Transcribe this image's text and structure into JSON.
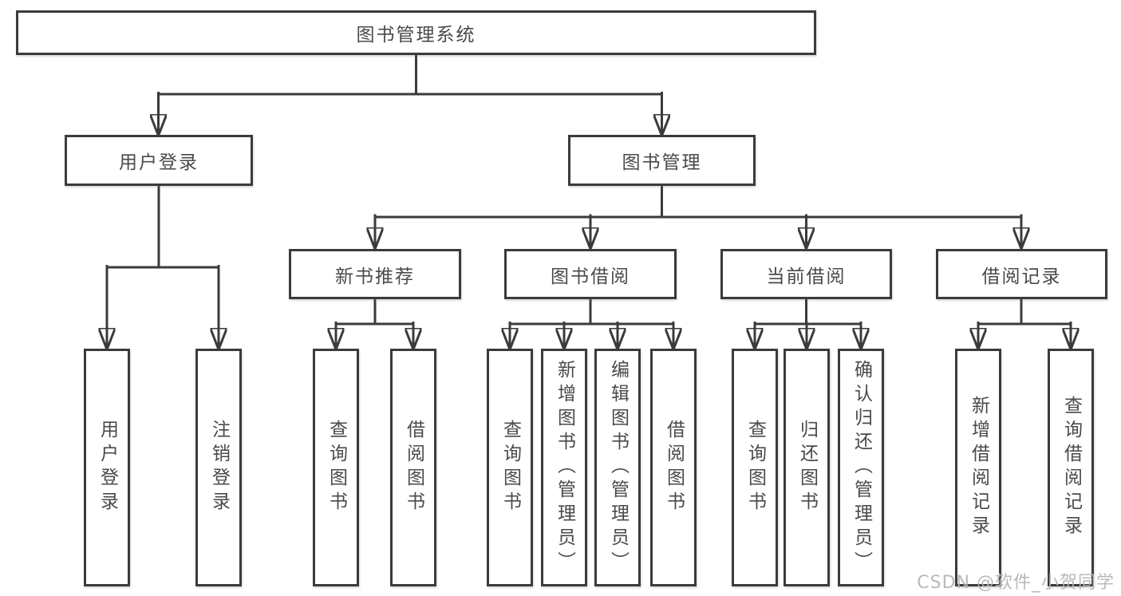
{
  "diagram": {
    "colors": {
      "line": "#3b3b3b",
      "text": "#4a4a4a",
      "watermark": "#b4b4b4",
      "background": "#ffffff"
    },
    "root": {
      "label": "图书管理系统"
    },
    "branches": [
      {
        "label": "用户登录",
        "children": [
          {
            "label": "用户登录"
          },
          {
            "label": "注销登录"
          }
        ]
      },
      {
        "label": "图书管理",
        "children": [
          {
            "label": "新书推荐",
            "children": [
              {
                "label": "查询图书"
              },
              {
                "label": "借阅图书"
              }
            ]
          },
          {
            "label": "图书借阅",
            "children": [
              {
                "label": "查询图书"
              },
              {
                "label": "新增图书（管理员）"
              },
              {
                "label": "编辑图书（管理员）"
              },
              {
                "label": "借阅图书"
              }
            ]
          },
          {
            "label": "当前借阅",
            "children": [
              {
                "label": "查询图书"
              },
              {
                "label": "归还图书"
              },
              {
                "label": "确认归还（管理员）"
              }
            ]
          },
          {
            "label": "借阅记录",
            "children": [
              {
                "label": "新增借阅记录"
              },
              {
                "label": "查询借阅记录"
              }
            ]
          }
        ]
      }
    ],
    "watermark": "CSDN @软件_小贺同学"
  }
}
